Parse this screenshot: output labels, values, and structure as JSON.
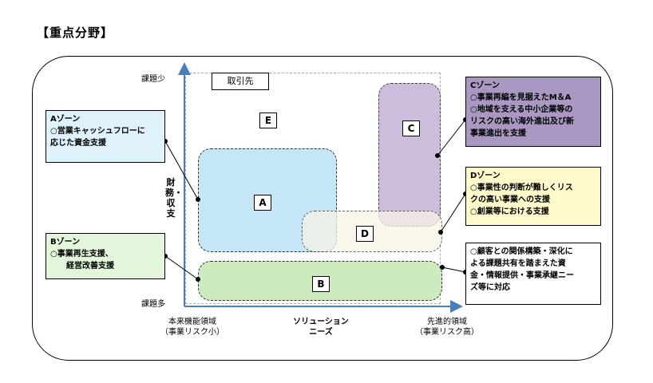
{
  "title": "【重点分野】",
  "tag": "取引先",
  "axes": {
    "y_top": "課題少",
    "y_bottom": "課題多",
    "y_label": "財務・収支",
    "x_left": [
      "本来機能領域",
      "（事業リスク小）"
    ],
    "x_center": [
      "ソリューション",
      "ニーズ"
    ],
    "x_right": [
      "先進的領域",
      "（事業リスク高）"
    ]
  },
  "zones": {
    "a": "A",
    "b": "B",
    "c": "C",
    "d": "D",
    "e": "E"
  },
  "callouts": {
    "a": [
      "Aゾーン",
      "○営業キャッシュフローに",
      "応じた資金支援"
    ],
    "b": [
      "Bゾーン",
      "○事業再生支援、",
      "　　経営改善支援"
    ],
    "c": [
      "Cゾーン",
      "○事業再編を見据えたM＆A",
      "○地域を支える中小企業等の",
      "リスクの高い海外進出及び新",
      "事業進出を支援"
    ],
    "d": [
      "Dゾーン",
      "○事業性の判断が難しくリス",
      "クの高い事業への支援",
      "○創業等における支援"
    ],
    "e": [
      "○顧客との関係構築・深化に",
      "よる課題共有を踏まえた資",
      "金・情報提供・事業承継ニー",
      "ズ等に対応"
    ]
  },
  "colors": {
    "zone_a": "#c4e6f7",
    "zone_b": "#cdebbf",
    "zone_c": "#c7b8d9",
    "zone_d": "#f7f3e6",
    "callout_a": "#dff1fb",
    "callout_b": "#e3f5da",
    "callout_c": "#a898c2",
    "callout_d": "#fffacc",
    "axis": "#4a7ebb"
  }
}
